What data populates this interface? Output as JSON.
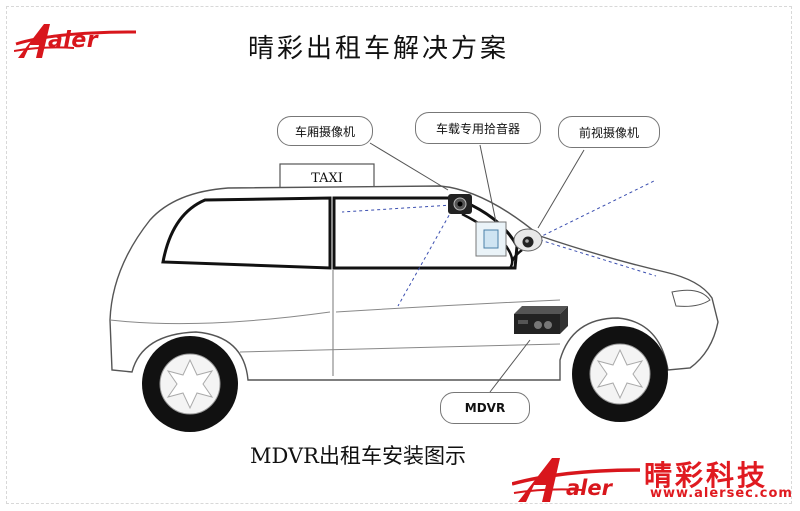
{
  "header": {
    "logo_text": "aler",
    "title": "晴彩出租车解决方案"
  },
  "taxi_sign": "TAXI",
  "callouts": {
    "cabin_camera": "车厢摄像机",
    "mic": "车载专用拾音器",
    "front_camera": "前视摄像机",
    "mdvr": "MDVR"
  },
  "caption": "MDVR出租车安装图示",
  "footer": {
    "logo_text": "aler",
    "company_name": "晴彩科技",
    "website": "www.alersec.com"
  },
  "colors": {
    "brand_red": "#d8161c",
    "outline": "#555555",
    "dash_blue": "#3b4fb0"
  },
  "icons": {
    "brand_mark": "aler-a-logo-icon",
    "cabin_camera": "cabin-camera-icon",
    "mic": "microphone-icon",
    "front_camera": "dome-camera-icon",
    "mdvr": "mdvr-box-icon",
    "wheel": "wheel-icon"
  }
}
